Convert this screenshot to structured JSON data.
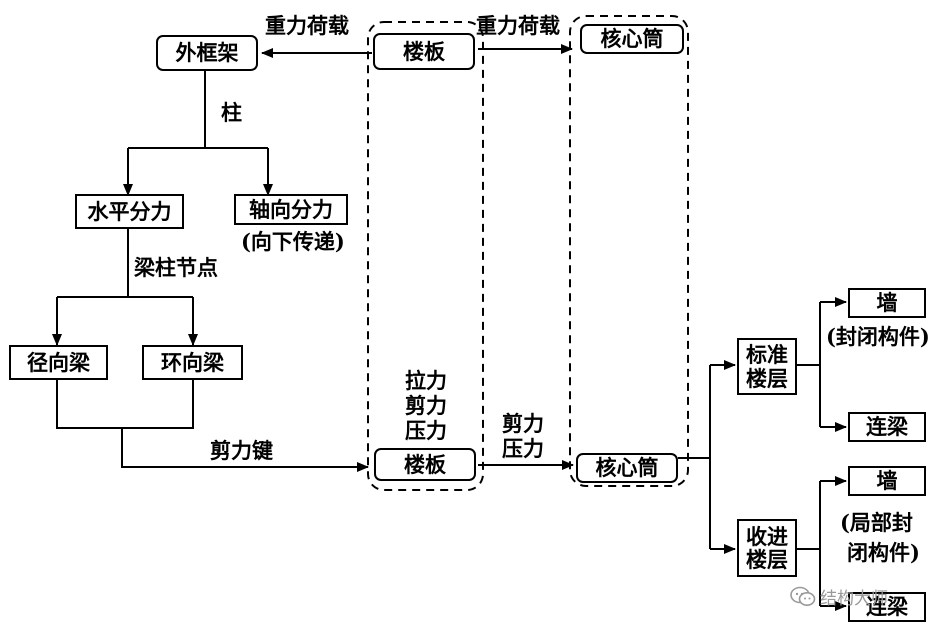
{
  "nodes": {
    "outer_frame": "外框架",
    "floor_top": "楼板",
    "core_top": "核心筒",
    "horizontal_force": "水平分力",
    "axial_force": "轴向分力",
    "axial_note": "(向下传递)",
    "radial_beam": "径向梁",
    "ring_beam": "环向梁",
    "floor_bottom": "楼板",
    "core_bottom": "核心筒",
    "standard_floor_l1": "标准",
    "standard_floor_l2": "楼层",
    "setback_floor_l1": "收进",
    "setback_floor_l2": "楼层",
    "wall_1": "墙",
    "wall_1_note": "(封闭构件)",
    "coupling_beam_1": "连梁",
    "wall_2": "墙",
    "wall_2_note_l1": "(局部封",
    "wall_2_note_l2": "闭构件)",
    "coupling_beam_2": "连梁"
  },
  "edge_labels": {
    "gravity_left": "重力荷载",
    "gravity_right": "重力荷载",
    "column": "柱",
    "beam_column_joint": "梁柱节点",
    "shear_key": "剪力键",
    "slab_forces_1": "拉力",
    "slab_forces_2": "剪力",
    "slab_forces_3": "压力",
    "core_forces_1": "剪力",
    "core_forces_2": "压力"
  },
  "watermark": "结构大师"
}
